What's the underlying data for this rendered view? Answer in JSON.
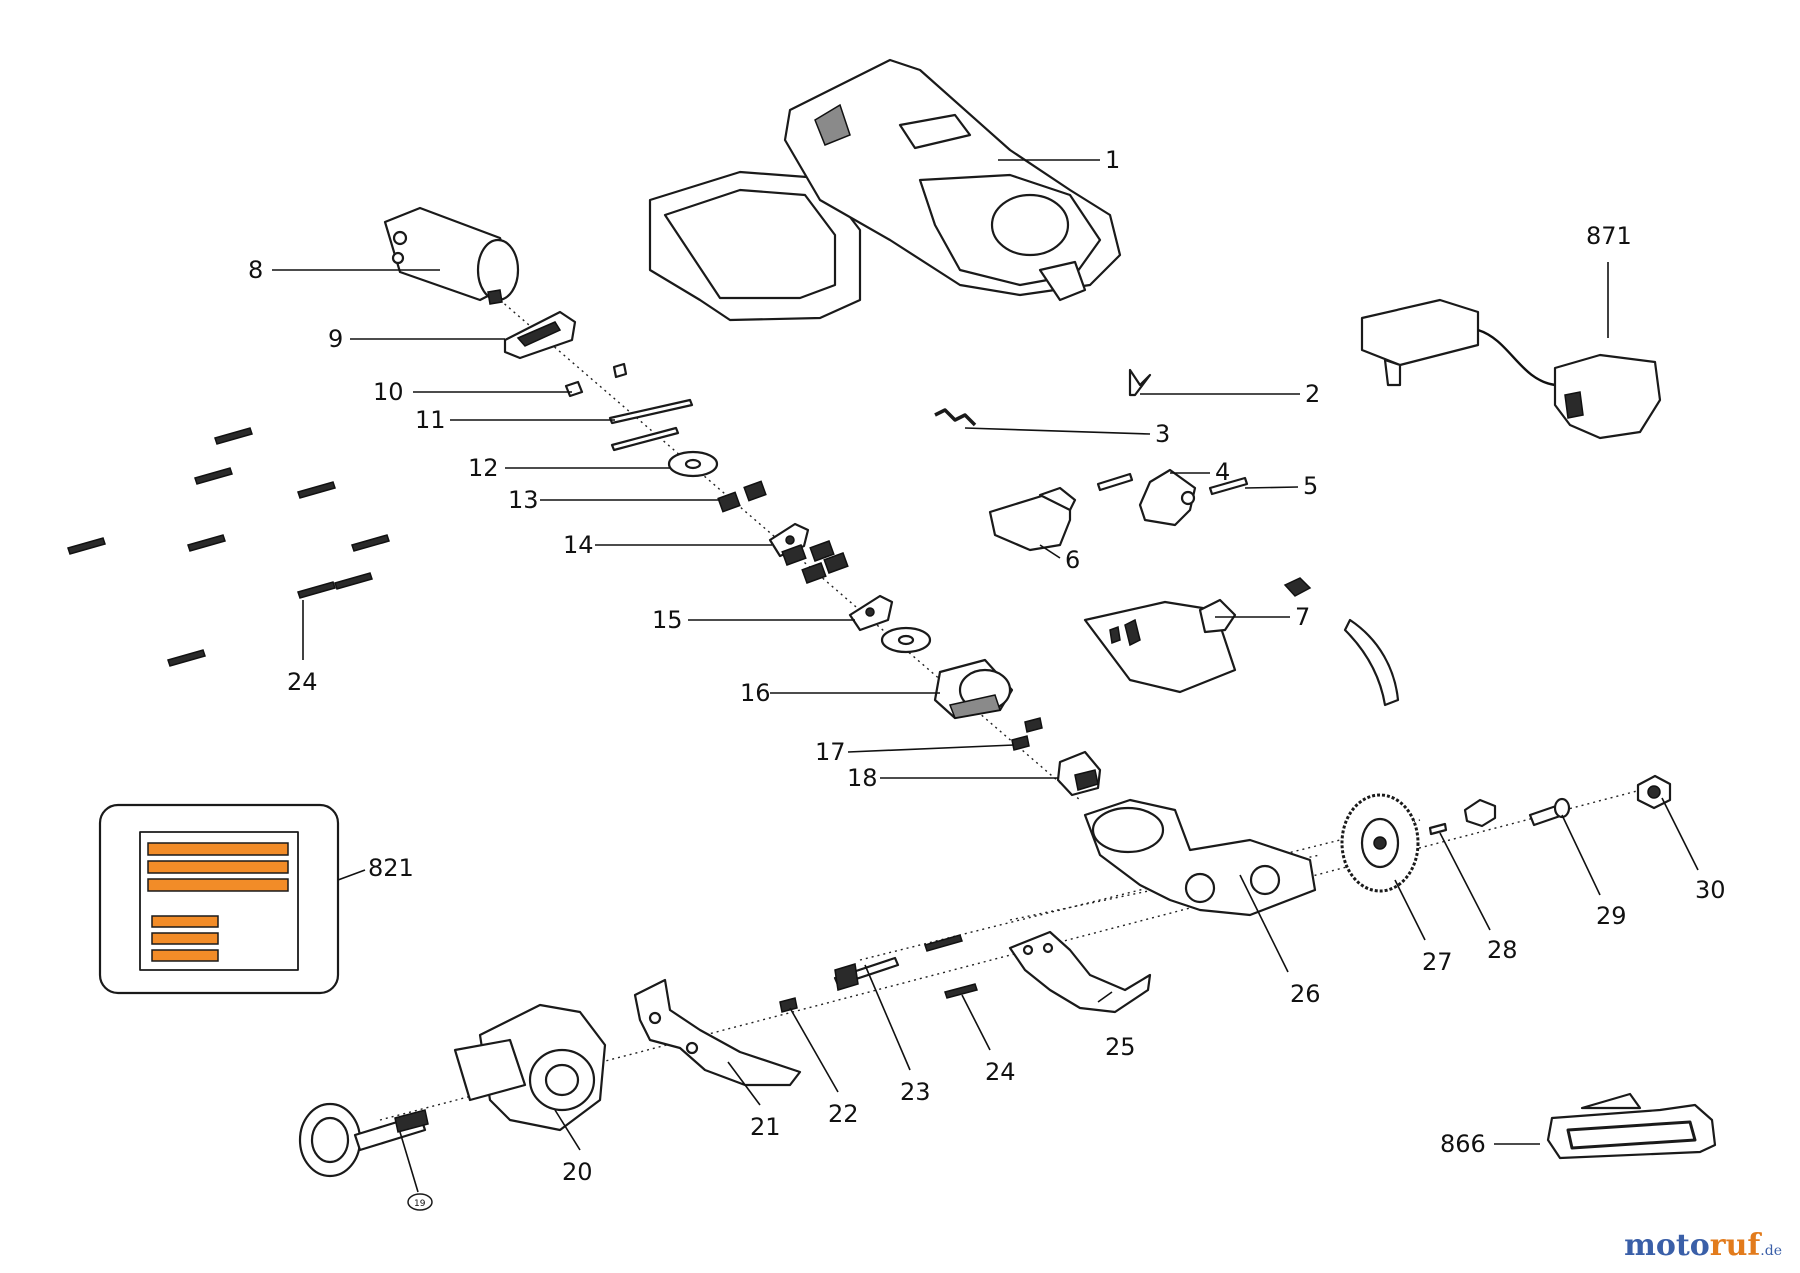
{
  "brand": {
    "part1": "moto",
    "part2": "ruf",
    "tld": ".de"
  },
  "labels": {
    "p1": "1",
    "p2": "2",
    "p3": "3",
    "p4": "4",
    "p5": "5",
    "p6": "6",
    "p7": "7",
    "p8": "8",
    "p9": "9",
    "p10": "10",
    "p11": "11",
    "p12": "12",
    "p13": "13",
    "p14": "14",
    "p15": "15",
    "p16": "16",
    "p17": "17",
    "p18": "18",
    "p19": "19",
    "p20": "20",
    "p21": "21",
    "p22": "22",
    "p23": "23",
    "p24a": "24",
    "p24b": "24",
    "p25": "25",
    "p26": "26",
    "p27": "27",
    "p28": "28",
    "p29": "29",
    "p30": "30",
    "p821": "821",
    "p866": "866",
    "p871": "871"
  },
  "colors": {
    "label_stripes": "#f28c28",
    "brand_blue": "#3a5fa8",
    "brand_orange": "#e27b1c"
  }
}
